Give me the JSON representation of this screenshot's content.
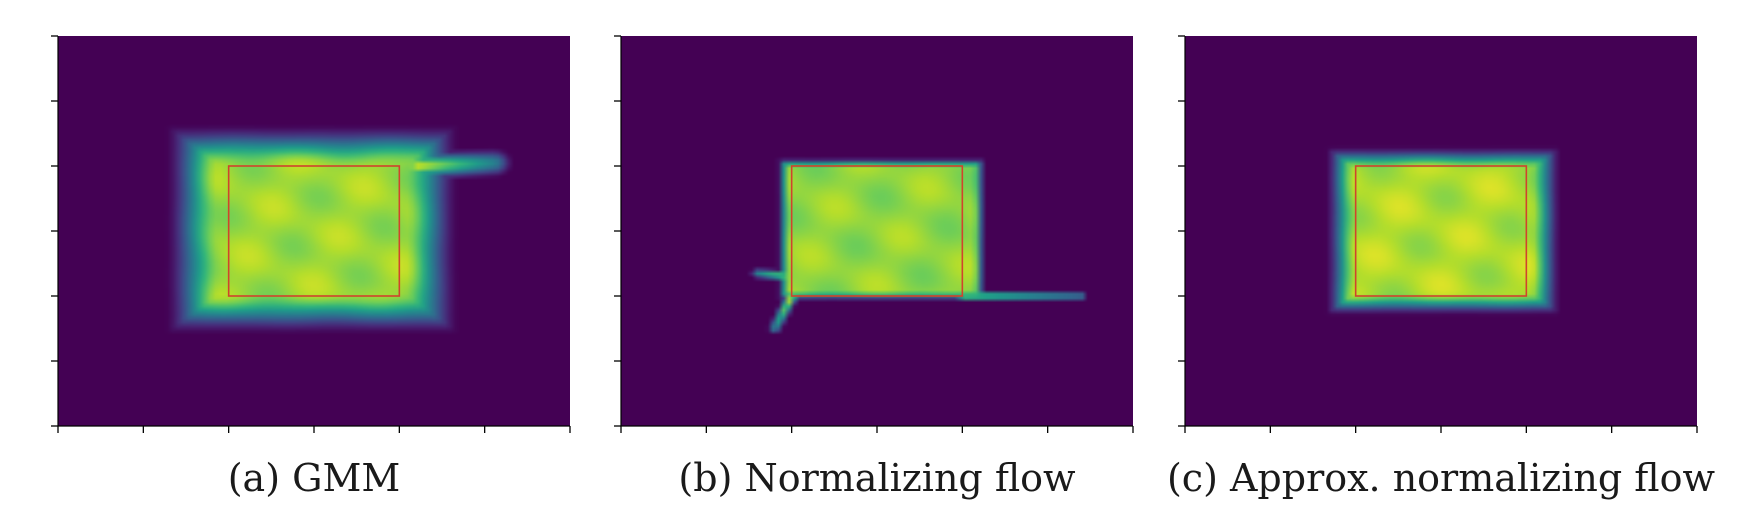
{
  "chart_data": [
    {
      "type": "heatmap",
      "caption": "(a) GMM",
      "xlim": [
        0,
        6
      ],
      "ylim": [
        0,
        6
      ],
      "xticks": [
        0,
        1,
        2,
        3,
        4,
        5,
        6
      ],
      "yticks": [
        0,
        1,
        2,
        3,
        4,
        5,
        6
      ],
      "tick_labels_shown": false,
      "colormap": "viridis",
      "target_box": {
        "x": [
          2,
          4
        ],
        "y": [
          2,
          4
        ],
        "color": "#d0442c"
      },
      "density_blob": {
        "x": [
          1.35,
          4.6
        ],
        "y": [
          1.5,
          4.55
        ],
        "edge_softness": 0.55,
        "peak": 0.92,
        "spurs": [
          {
            "from": [
              4.2,
              4.0
            ],
            "to": [
              5.1,
              4.05
            ],
            "width": 0.25
          }
        ]
      }
    },
    {
      "type": "heatmap",
      "caption": "(b) Normalizing flow",
      "xlim": [
        0,
        6
      ],
      "ylim": [
        0,
        6
      ],
      "xticks": [
        0,
        1,
        2,
        3,
        4,
        5,
        6
      ],
      "yticks": [
        0,
        1,
        2,
        3,
        4,
        5,
        6
      ],
      "tick_labels_shown": false,
      "colormap": "viridis",
      "target_box": {
        "x": [
          2,
          4
        ],
        "y": [
          2,
          4
        ],
        "color": "#d0442c"
      },
      "density_blob": {
        "x": [
          1.85,
          4.25
        ],
        "y": [
          1.95,
          4.1
        ],
        "edge_softness": 0.12,
        "peak": 0.9,
        "spurs": [
          {
            "from": [
              4.0,
              2.0
            ],
            "to": [
              5.4,
              2.0
            ],
            "width": 0.08
          },
          {
            "from": [
              2.0,
              2.3
            ],
            "to": [
              1.6,
              2.35
            ],
            "width": 0.1
          },
          {
            "from": [
              2.0,
              2.0
            ],
            "to": [
              1.8,
              1.5
            ],
            "width": 0.1
          }
        ]
      }
    },
    {
      "type": "heatmap",
      "caption": "(c) Approx. normalizing flow",
      "xlim": [
        0,
        6
      ],
      "ylim": [
        0,
        6
      ],
      "xticks": [
        0,
        1,
        2,
        3,
        4,
        5,
        6
      ],
      "yticks": [
        0,
        1,
        2,
        3,
        4,
        5,
        6
      ],
      "tick_labels_shown": false,
      "colormap": "viridis",
      "target_box": {
        "x": [
          2,
          4
        ],
        "y": [
          2,
          4
        ],
        "color": "#d0442c"
      },
      "density_blob": {
        "x": [
          1.7,
          4.35
        ],
        "y": [
          1.75,
          4.25
        ],
        "edge_softness": 0.3,
        "peak": 0.95,
        "spurs": []
      }
    }
  ]
}
